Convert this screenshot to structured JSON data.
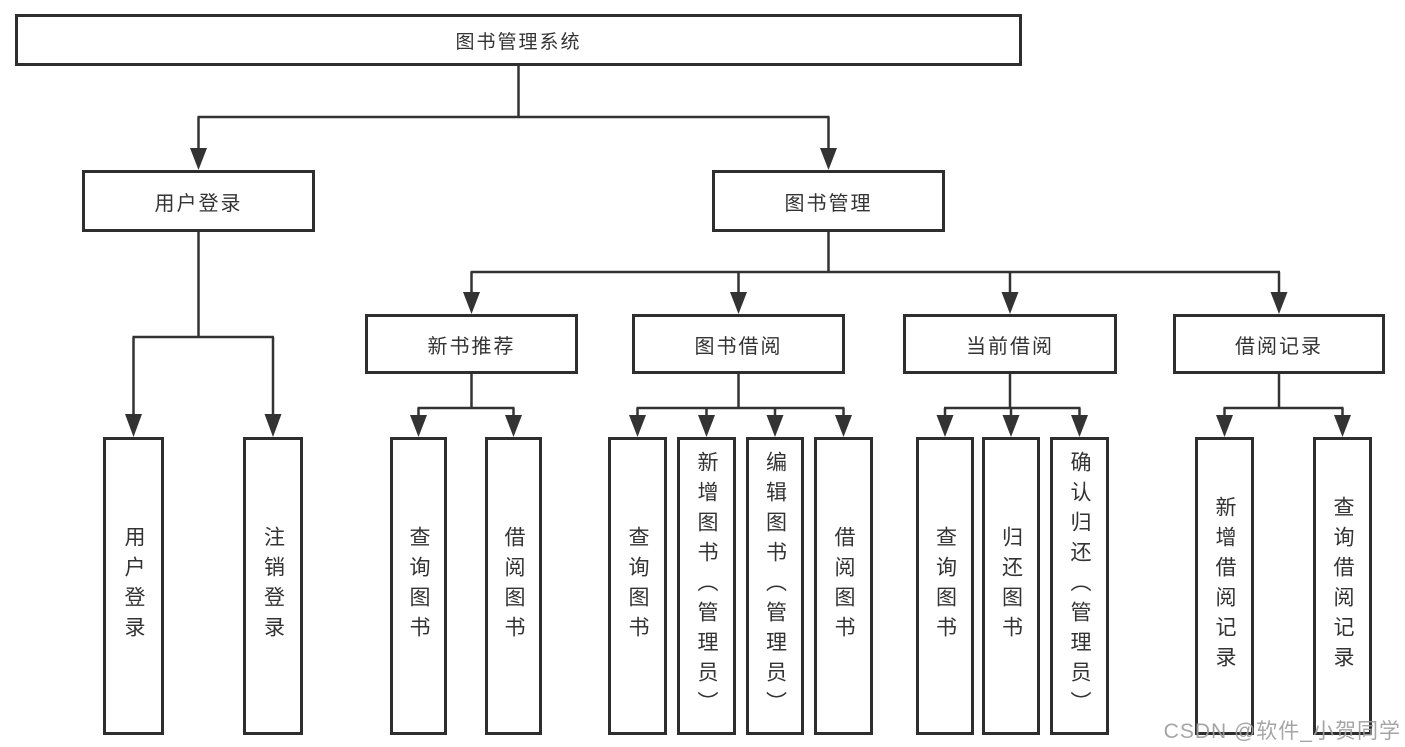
{
  "tree": {
    "label": "图书管理系统",
    "children": [
      {
        "label": "用户登录",
        "children": [
          {
            "label": "用户登录"
          },
          {
            "label": "注销登录"
          }
        ]
      },
      {
        "label": "图书管理",
        "children": [
          {
            "label": "新书推荐",
            "children": [
              {
                "label": "查询图书"
              },
              {
                "label": "借阅图书"
              }
            ]
          },
          {
            "label": "图书借阅",
            "children": [
              {
                "label": "查询图书"
              },
              {
                "label": "新增图书（管理员）"
              },
              {
                "label": "编辑图书（管理员）"
              },
              {
                "label": "借阅图书"
              }
            ]
          },
          {
            "label": "当前借阅",
            "children": [
              {
                "label": "查询图书"
              },
              {
                "label": "归还图书"
              },
              {
                "label": "确认归还（管理员）"
              }
            ]
          },
          {
            "label": "借阅记录",
            "children": [
              {
                "label": "新增借阅记录"
              },
              {
                "label": "查询借阅记录"
              }
            ]
          }
        ]
      }
    ]
  },
  "watermark": {
    "text": "CSDN @软件_小贺同学"
  },
  "colors": {
    "line": "#333333",
    "box_border": "#2e2e2e",
    "text": "#333333",
    "watermark": "#9e9e9e",
    "background": "#ffffff"
  }
}
